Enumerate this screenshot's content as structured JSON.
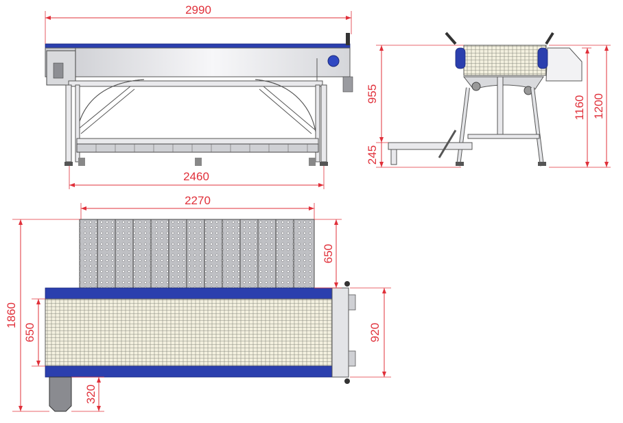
{
  "dimensions": {
    "front_total_length": "2990",
    "front_frame_length": "2460",
    "plan_module_length": "2270",
    "plan_module_depth": "650",
    "plan_total_depth": "1860",
    "plan_belt_width": "650",
    "plan_frame_width": "920",
    "plan_motor_offset": "320",
    "side_belt_height": "955",
    "side_base_height": "245",
    "side_height_1": "1160",
    "side_height_2": "1200"
  },
  "colors": {
    "dimension": "#e0303a",
    "frame_blue": "#2b3fae",
    "steel": "#e6e7ea"
  }
}
